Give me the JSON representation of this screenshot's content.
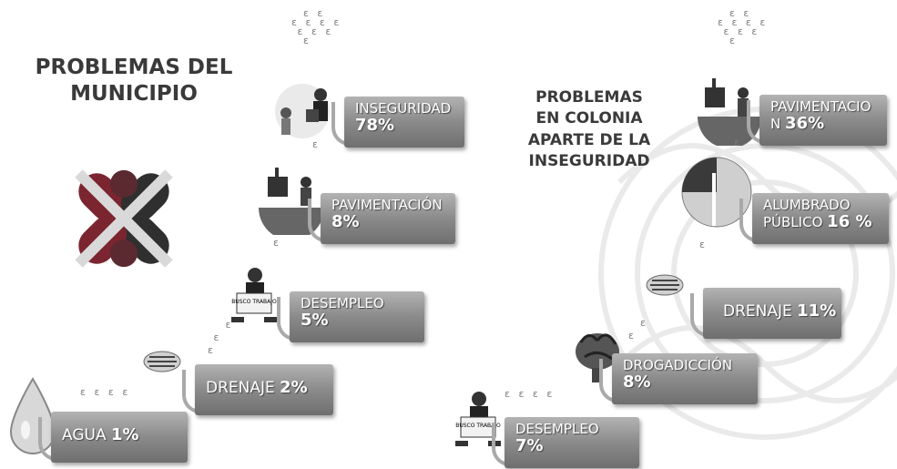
{
  "left": {
    "title_line1": "PROBLEMAS DEL",
    "title_line2": "MUNICIPIO",
    "items": [
      {
        "label": "INSEGURIDAD",
        "value": "78%"
      },
      {
        "label": "PAVIMENTACIÓN",
        "value": "8%"
      },
      {
        "label": "DESEMPLEO",
        "value": "5%"
      },
      {
        "label": "DRENAJE",
        "value": "2%"
      },
      {
        "label": "AGUA",
        "value": "1%"
      }
    ]
  },
  "right": {
    "title_lines": [
      "PROBLEMAS",
      "EN COLONIA",
      "APARTE DE LA",
      "INSEGURIDAD"
    ],
    "items": [
      {
        "label_line1": "PAVIMENTACIO",
        "label_line2": "N",
        "value": "36%"
      },
      {
        "label_line1": "ALUMBRADO",
        "label_line2": "PÚBLICO",
        "value": "16 %"
      },
      {
        "label": "DRENAJE",
        "value": "11%"
      },
      {
        "label": "DROGADICCIÓN",
        "value": "8%"
      },
      {
        "label": "DESEMPLEO",
        "value": "7%"
      }
    ]
  },
  "sign_text": "BUSCO TRABAJO",
  "colors": {
    "logo_red": "#7a2530",
    "logo_dark": "#2f2f2f",
    "plate": "#8c8c8c"
  }
}
